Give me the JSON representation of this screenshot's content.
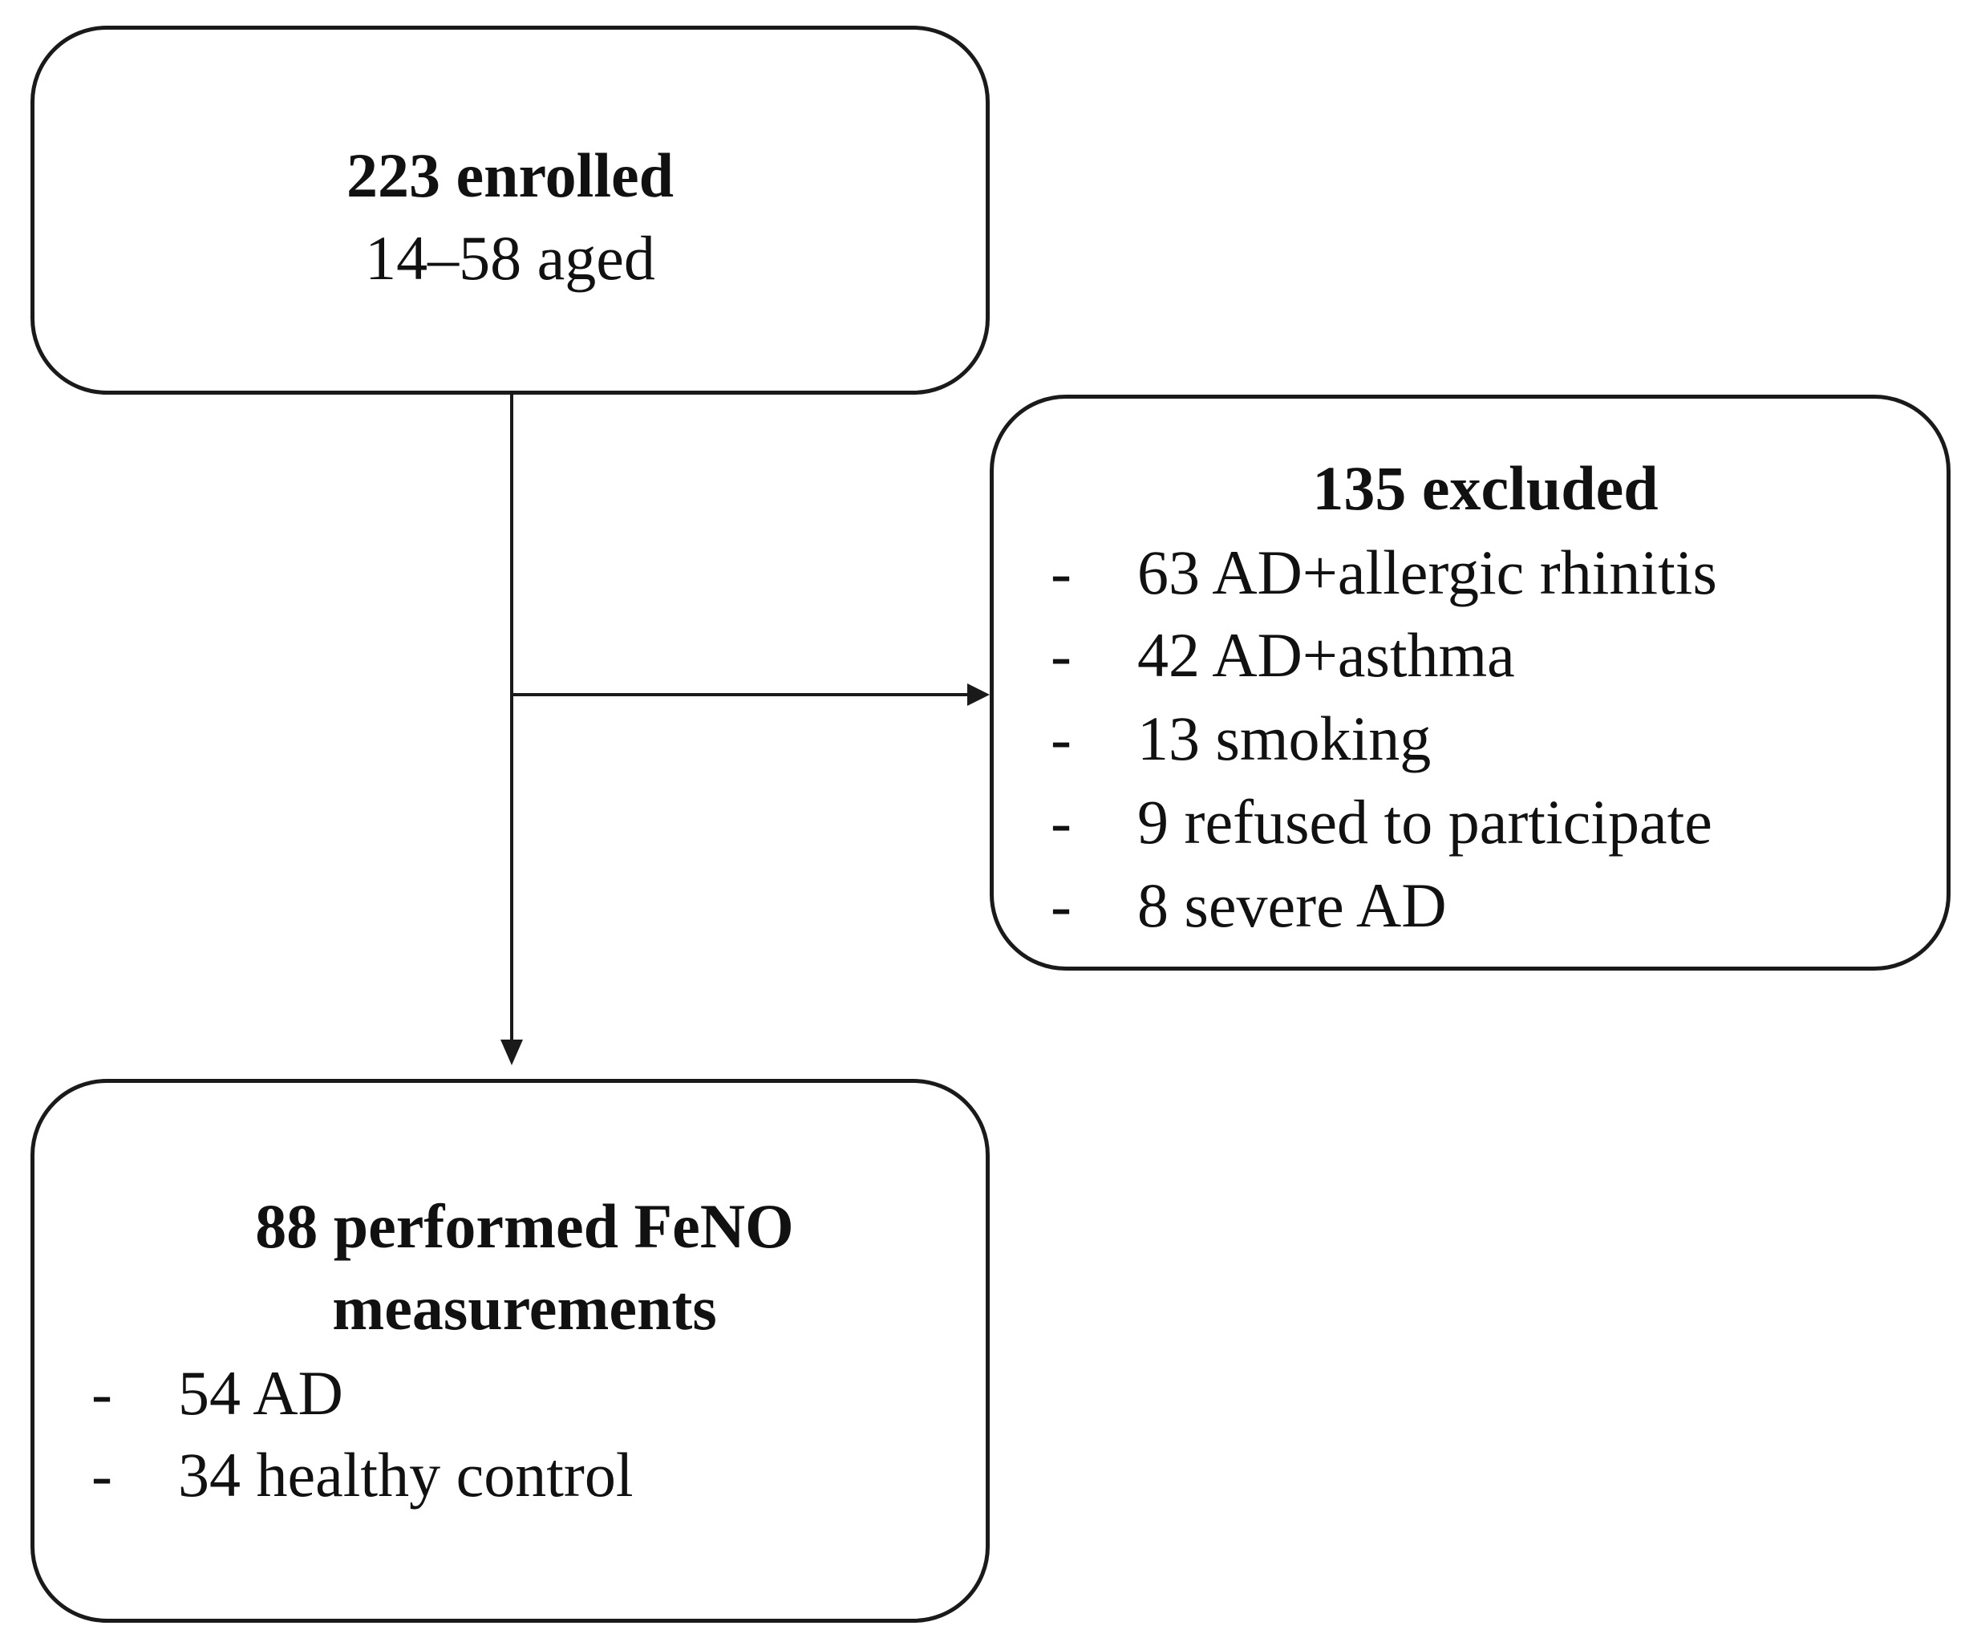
{
  "enrolled": {
    "title": "223 enrolled",
    "subtitle": "14–58 aged"
  },
  "excluded": {
    "title": "135 excluded",
    "items": [
      "63 AD+allergic rhinitis",
      "42 AD+asthma",
      "13 smoking",
      "9 refused to participate",
      "8 severe AD"
    ]
  },
  "performed": {
    "title_line1": "88 performed FeNO",
    "title_line2": "measurements",
    "items": [
      "54 AD",
      "34 healthy control"
    ]
  },
  "bullet_marker": "-"
}
